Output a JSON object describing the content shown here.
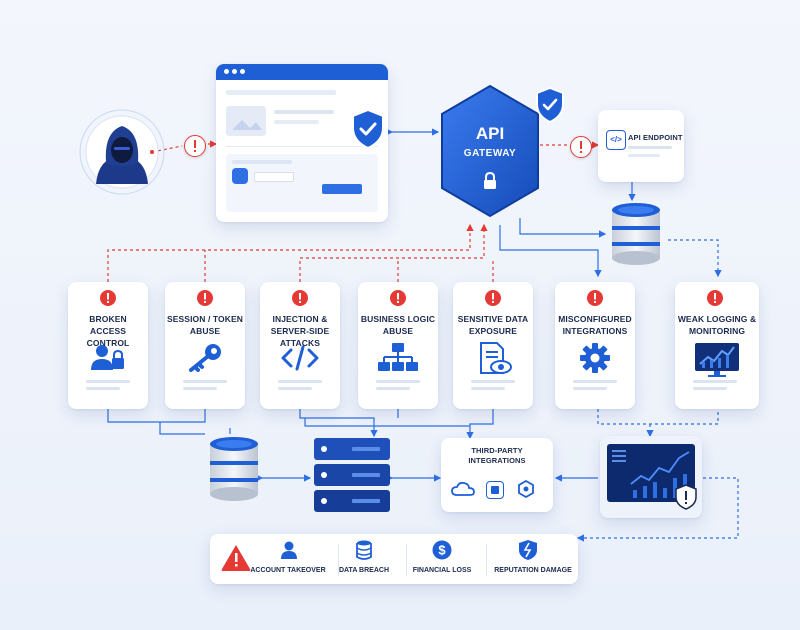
{
  "gateway": {
    "title": "API",
    "subtitle": "GATEWAY"
  },
  "endpoint": {
    "label": "API ENDPOINT"
  },
  "browser": {
    "button_label": ""
  },
  "risks": [
    {
      "label": "BROKEN\nACCESS CONTROL",
      "icon": "user-lock-icon"
    },
    {
      "label": "SESSION / TOKEN\nABUSE",
      "icon": "key-icon"
    },
    {
      "label": "INJECTION &\nSERVER-SIDE ATTACKS",
      "icon": "code-icon"
    },
    {
      "label": "BUSINESS LOGIC\nABUSE",
      "icon": "hierarchy-icon"
    },
    {
      "label": "SENSITIVE DATA\nEXPOSURE",
      "icon": "document-eye-icon"
    },
    {
      "label": "MISCONFIGURED\nINTEGRATIONS",
      "icon": "gear-icon"
    },
    {
      "label": "WEAK LOGGING &\nMONITORING",
      "icon": "chart-monitor-icon"
    }
  ],
  "third_party": {
    "label": "THIRD-PARTY\nINTEGRATIONS"
  },
  "impacts": [
    {
      "label": "ACCOUNT TAKEOVER",
      "icon": "user-icon"
    },
    {
      "label": "DATA BREACH",
      "icon": "database-icon"
    },
    {
      "label": "FINANCIAL LOSS",
      "icon": "dollar-icon"
    },
    {
      "label": "REPUTATION DAMAGE",
      "icon": "broken-shield-icon"
    }
  ],
  "colors": {
    "primary": "#1f5fd6",
    "danger": "#e53935",
    "navy": "#1b2a4e",
    "line": "#2f6fe4"
  }
}
